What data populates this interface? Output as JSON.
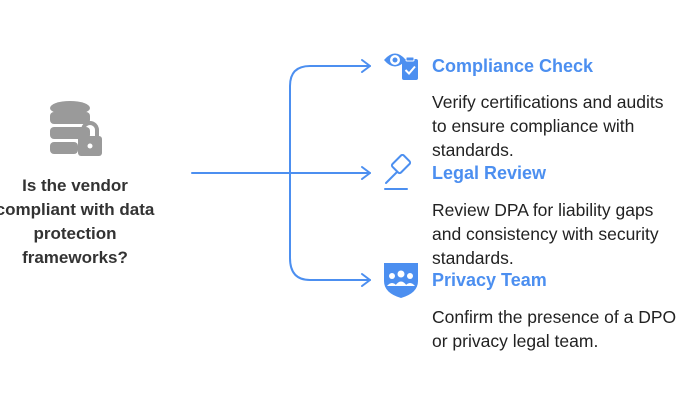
{
  "question": {
    "line1": "Is the vendor",
    "line2": "compliant with data",
    "line3": "protection",
    "line4": "frameworks?"
  },
  "branches": [
    {
      "icon": "eye-clipboard-icon",
      "title": "Compliance Check",
      "desc_lines": [
        "Verify certifications and audits",
        "to ensure compliance with",
        "standards."
      ]
    },
    {
      "icon": "gavel-icon",
      "title": "Legal Review",
      "desc_lines": [
        "Review DPA for liability gaps",
        "and consistency with security",
        "standards."
      ]
    },
    {
      "icon": "team-shield-icon",
      "title": "Privacy Team",
      "desc_lines": [
        "Confirm the presence of a DPO",
        "or privacy legal team."
      ]
    }
  ],
  "colors": {
    "accent": "#4c8ff0",
    "icon_gray": "#999999",
    "text": "#222222"
  },
  "center_icon": "database-lock-icon"
}
